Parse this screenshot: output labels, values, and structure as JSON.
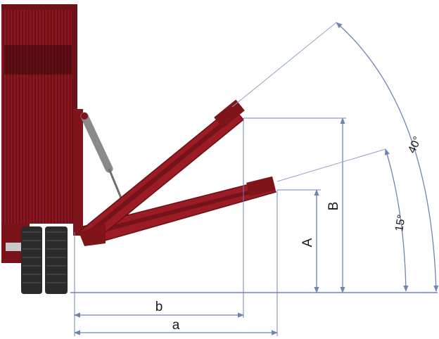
{
  "dimensions": {
    "a": "a",
    "b": "b",
    "A": "A",
    "B": "B"
  },
  "angles": {
    "upper": "40°",
    "lower": "15°"
  },
  "colors": {
    "machine_body": "#8a1720",
    "machine_dark": "#5e0c12",
    "conveyor": "#9b1c24",
    "conveyor_edge": "#6a0f15",
    "dimension_line": "#6f86b0",
    "angle_line": "#8fa2c4",
    "wheel": "#2b2b2b"
  }
}
